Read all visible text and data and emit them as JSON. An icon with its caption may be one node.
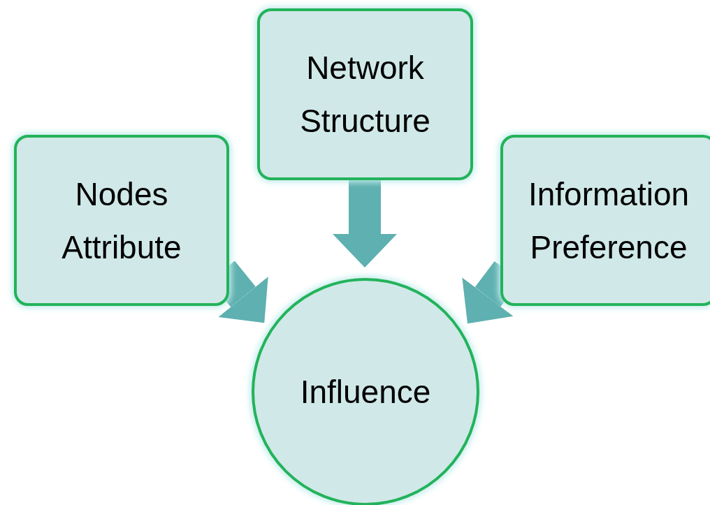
{
  "diagram": {
    "nodes": [
      {
        "text": [
          "Network Structure"
        ]
      },
      {
        "text": [
          "Nodes Attribute"
        ]
      },
      {
        "text": [
          "Information Preference"
        ]
      },
      {
        "text": [
          "Influence"
        ]
      }
    ],
    "edges": [
      {
        "from": 0,
        "to": 3,
        "arrow": "to"
      },
      {
        "from": 1,
        "to": 3,
        "arrow": "to"
      },
      {
        "from": 2,
        "to": 3,
        "arrow": "to"
      }
    ]
  }
}
